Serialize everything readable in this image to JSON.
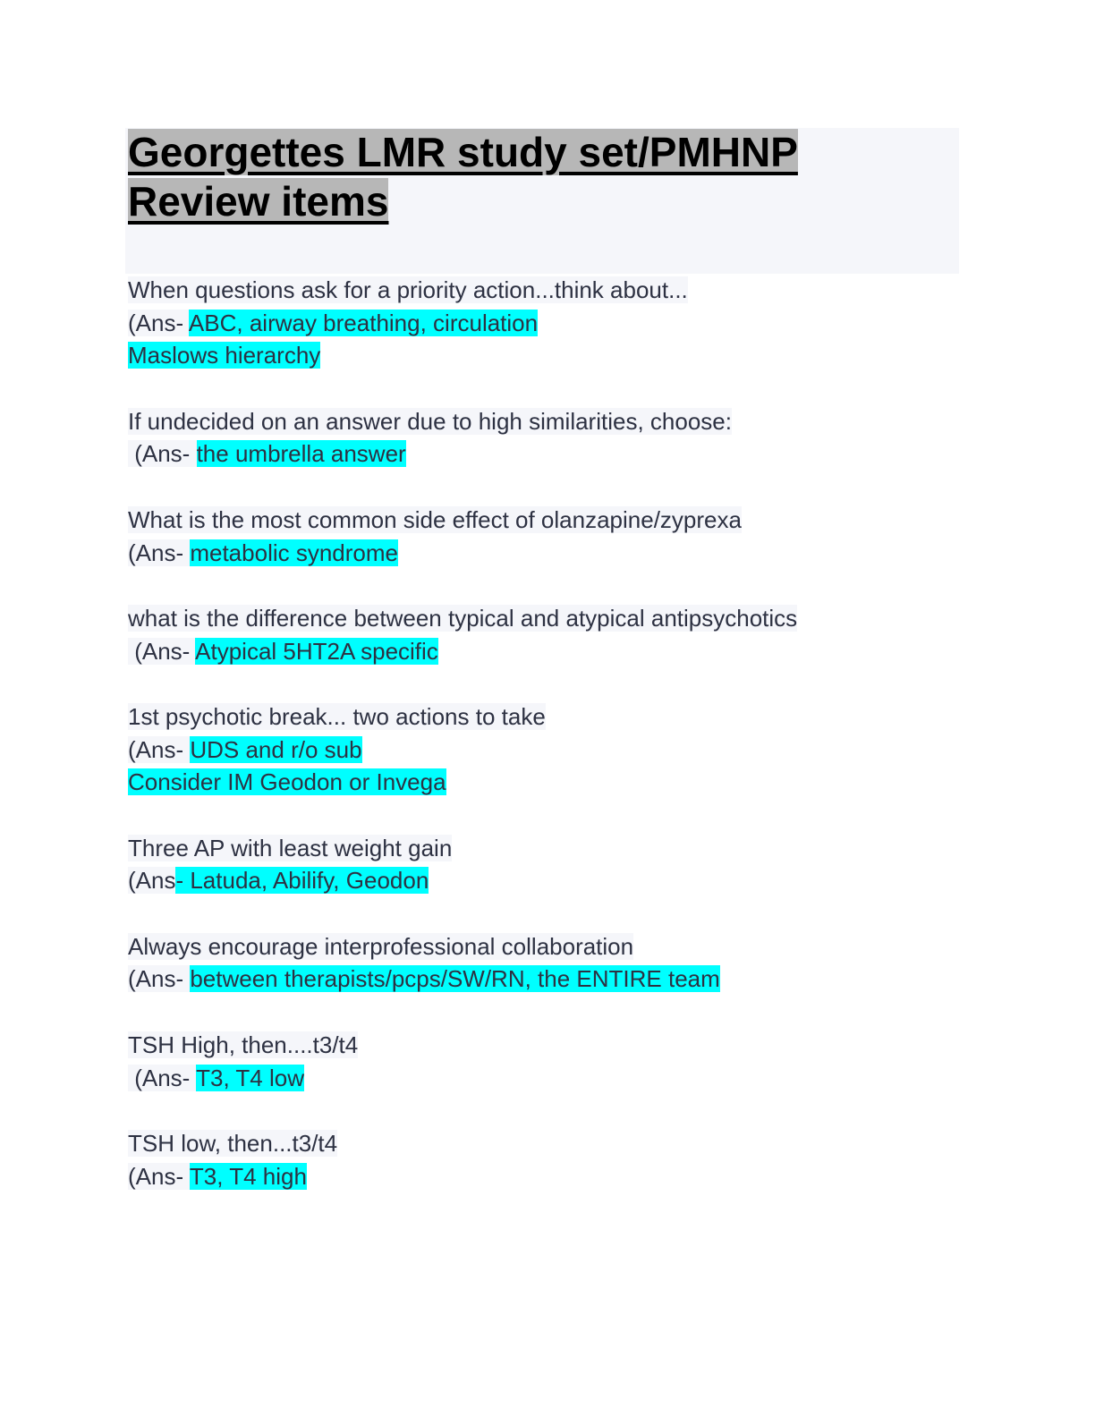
{
  "title": {
    "line1": "Georgettes LMR study set/PMHNP",
    "line2": "Review items"
  },
  "items": [
    {
      "q": "When questions ask for a priority action...think about...",
      "prefix": "(Ans- ",
      "answer": [
        "ABC, airway breathing, circulation",
        "Maslows hierarchy"
      ]
    },
    {
      "q": "If undecided on an answer due to high similarities, choose:",
      "prefix": " (Ans- ",
      "answer": [
        "the umbrella answer"
      ]
    },
    {
      "q": "What is the most common side effect of olanzapine/zyprexa",
      "prefix": "(Ans- ",
      "answer": [
        "metabolic syndrome"
      ]
    },
    {
      "q": "what is the difference between typical and atypical antipsychotics",
      "prefix": " (Ans- ",
      "answer": [
        "Atypical 5HT2A specific"
      ]
    },
    {
      "q": "1st psychotic break... two actions to take",
      "prefix": "(Ans- ",
      "answer": [
        "UDS and r/o sub",
        "Consider IM Geodon or Invega"
      ]
    },
    {
      "q": "Three AP with least weight gain",
      "prefix": "(Ans",
      "answer": [
        "- Latuda, Abilify, Geodon"
      ]
    },
    {
      "q": "Always encourage interprofessional collaboration",
      "prefix": "(Ans- ",
      "answer": [
        "between therapists/pcps/SW/RN, the ENTIRE team"
      ]
    },
    {
      "q": "TSH High, then....t3/t4",
      "prefix": " (Ans- ",
      "answer": [
        "T3, T4 low"
      ]
    },
    {
      "q": "TSH low, then...t3/t4",
      "prefix": "(Ans- ",
      "answer": [
        "T3, T4 high"
      ]
    }
  ]
}
